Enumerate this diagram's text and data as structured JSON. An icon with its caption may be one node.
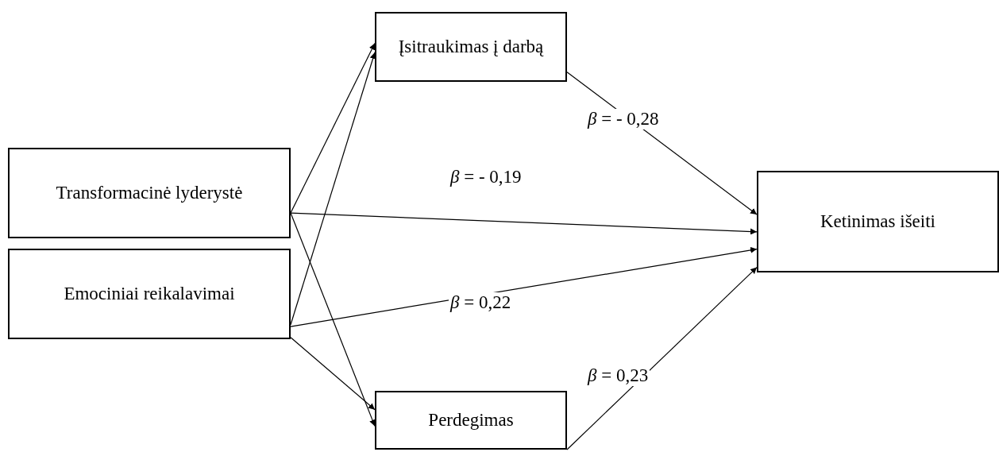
{
  "diagram": {
    "nodes": [
      {
        "text": [
          "Transformacinė lyderystė"
        ]
      },
      {
        "text": [
          "Emociniai reikalavimai"
        ]
      },
      {
        "text": [
          "Įsitraukimas į darbą"
        ]
      },
      {
        "text": [
          "Perdegimas"
        ]
      },
      {
        "text": [
          "Ketinimas išeiti"
        ]
      }
    ],
    "edges": [
      {
        "from": 0,
        "to": 2,
        "arrow": "to"
      },
      {
        "from": 0,
        "to": 4,
        "arrow": "to",
        "label": "*β* = - 0,19"
      },
      {
        "from": 0,
        "to": 3,
        "arrow": "to"
      },
      {
        "from": 1,
        "to": 2,
        "arrow": "to"
      },
      {
        "from": 1,
        "to": 4,
        "arrow": "to",
        "label": "*β* = 0,22"
      },
      {
        "from": 1,
        "to": 3,
        "arrow": "to"
      },
      {
        "from": 2,
        "to": 4,
        "arrow": "to",
        "label": "*β* = - 0,28"
      },
      {
        "from": 3,
        "to": 4,
        "arrow": "to",
        "label": "*β* = 0,23"
      }
    ]
  }
}
